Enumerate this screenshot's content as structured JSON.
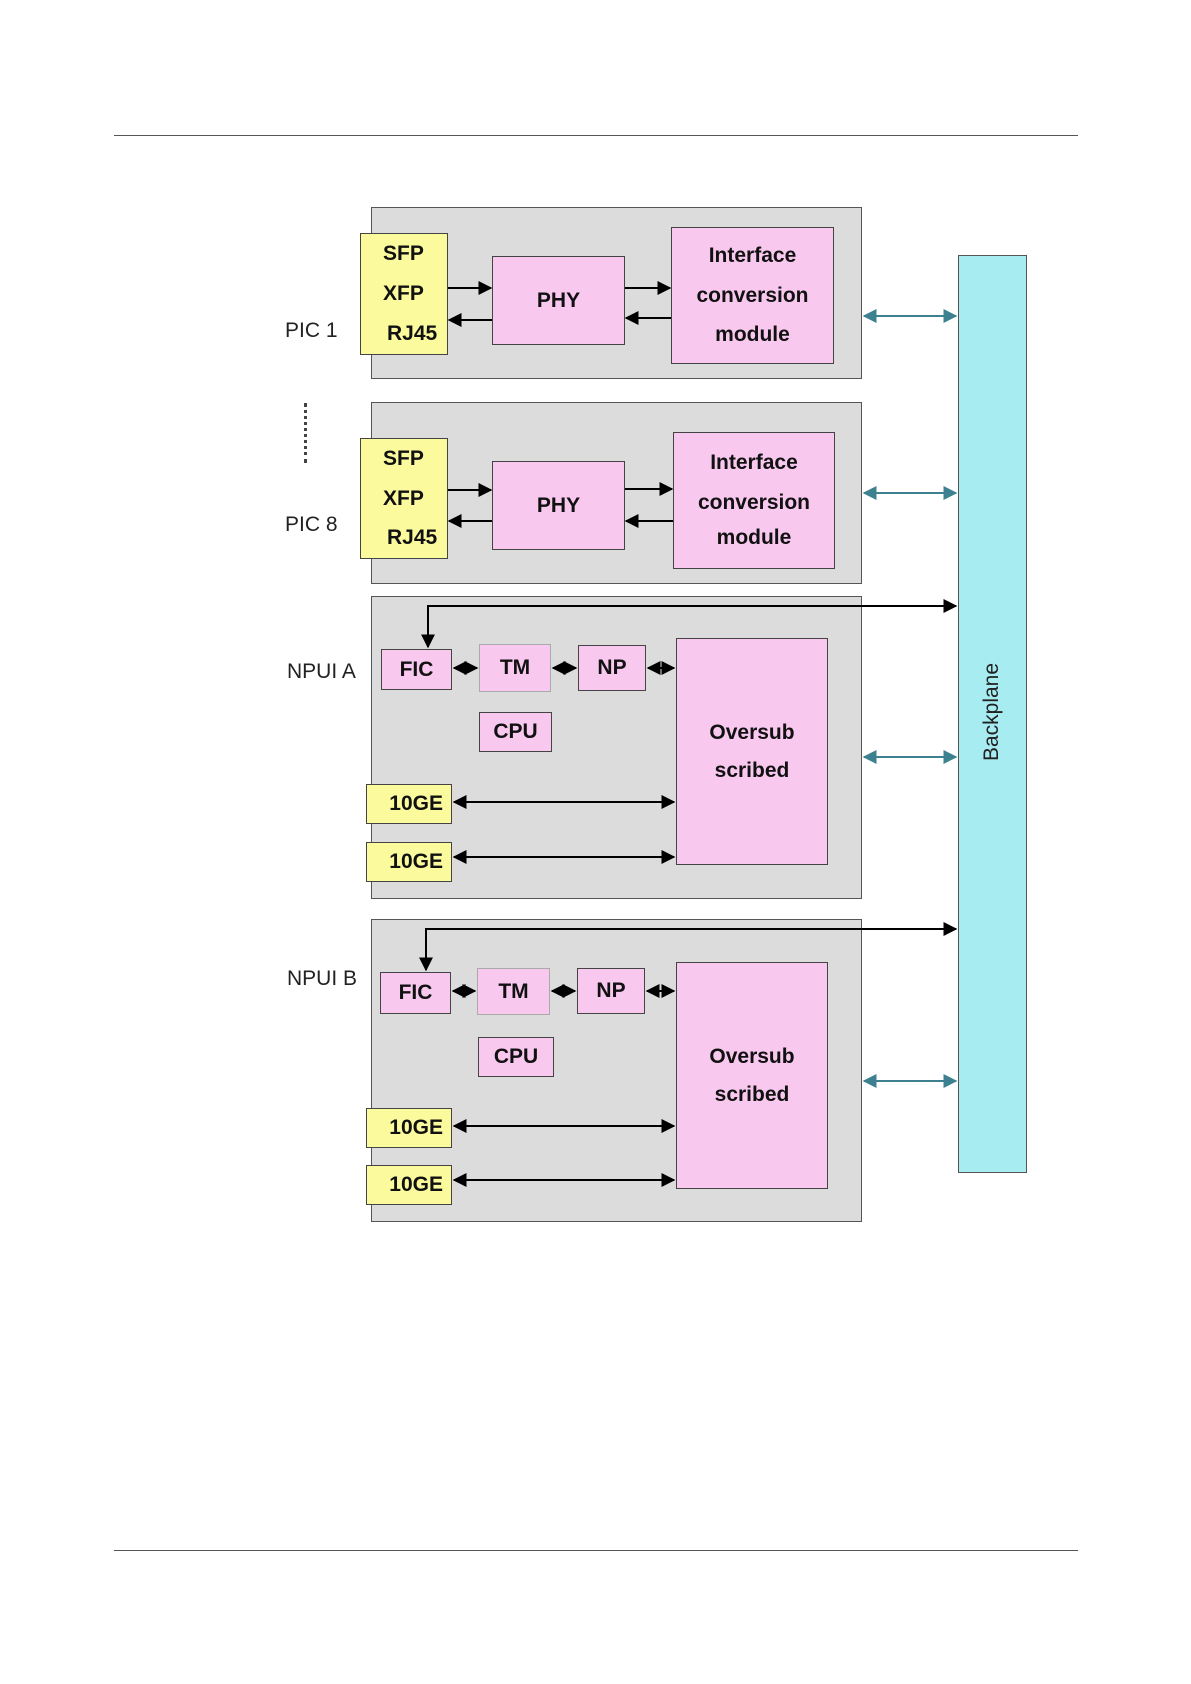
{
  "backplane": {
    "label": "Backplane"
  },
  "pic_modules": [
    {
      "label": "PIC 1",
      "connectors": [
        "SFP",
        "XFP",
        "RJ45"
      ],
      "phy": "PHY",
      "interface_lines": [
        "Interface",
        "conversion",
        "module"
      ]
    },
    {
      "label": "PIC 8",
      "connectors": [
        "SFP",
        "XFP",
        "RJ45"
      ],
      "phy": "PHY",
      "interface_lines": [
        "Interface",
        "conversion",
        "module"
      ]
    }
  ],
  "npu_modules": [
    {
      "label": "NPUI A",
      "fic": "FIC",
      "tm": "TM",
      "np": "NP",
      "cpu": "CPU",
      "ports": [
        "10GE",
        "10GE"
      ],
      "oversub_lines": [
        "Oversub",
        "scribed"
      ]
    },
    {
      "label": "NPUI B",
      "fic": "FIC",
      "tm": "TM",
      "np": "NP",
      "cpu": "CPU",
      "ports": [
        "10GE",
        "10GE"
      ],
      "oversub_lines": [
        "Oversub",
        "scribed"
      ]
    }
  ],
  "colors": {
    "panel": "#dcdcdc",
    "pink_block": "#f9c8ef",
    "yellow_block": "#fbfb9d",
    "backplane": "#a6ecf1",
    "teal_arrow": "#3d8190",
    "black_arrow": "#000000"
  }
}
